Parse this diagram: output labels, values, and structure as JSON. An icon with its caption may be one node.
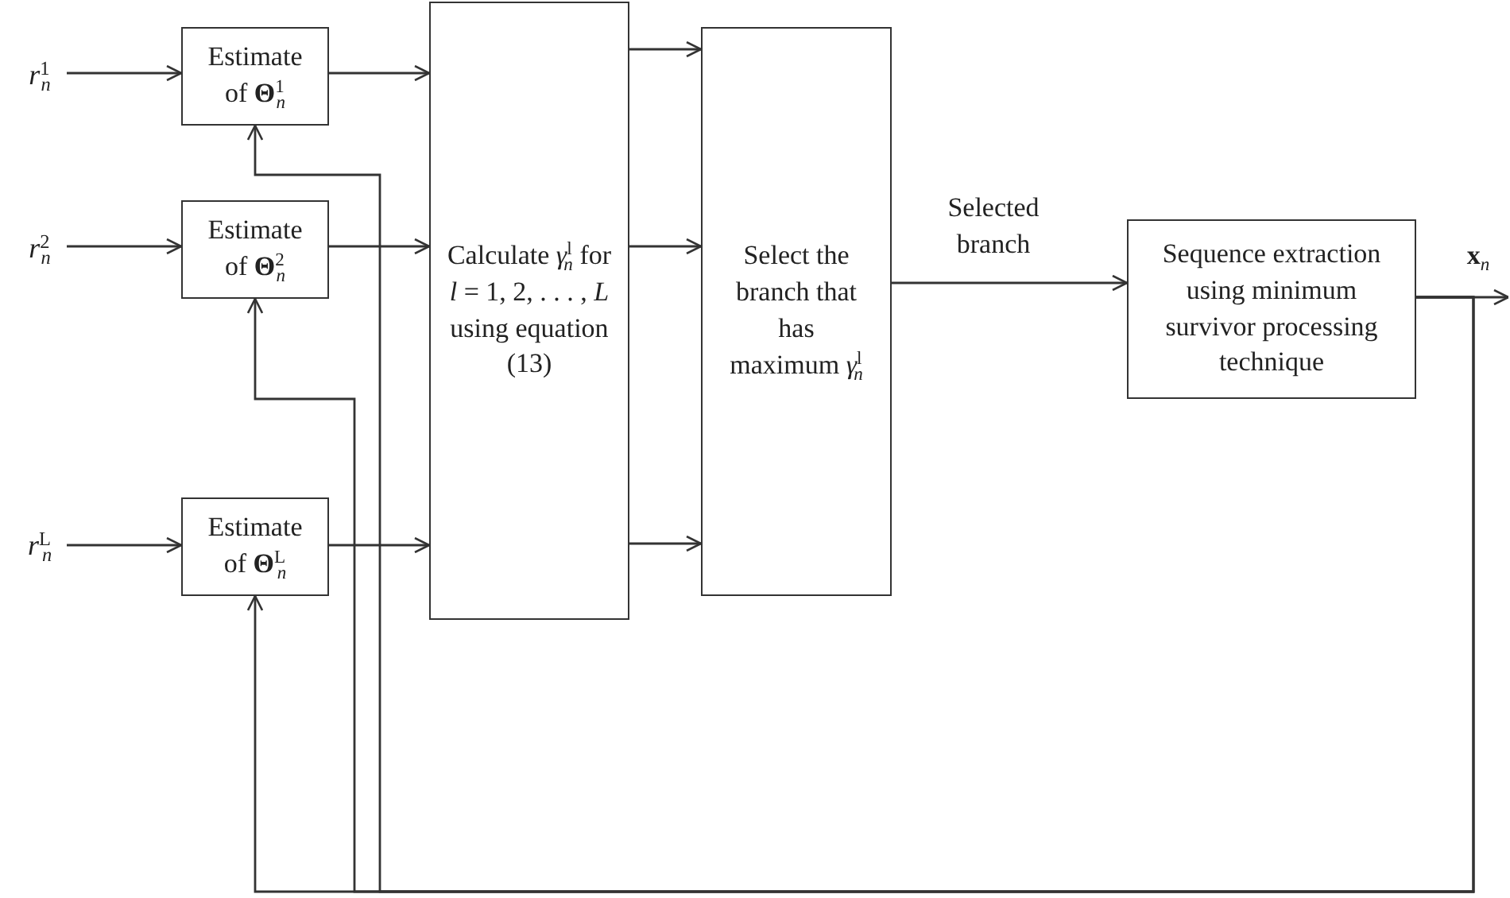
{
  "diagram": {
    "nodes": [
      {
        "text": [
          "*r*$^{1}$$_{n}$"
        ]
      },
      {
        "text": [
          "Estimate of **Θ**$^{1}$$_{n}$"
        ]
      },
      {
        "text": [
          "*r*$^{2}$$_{n}$"
        ]
      },
      {
        "text": [
          "Estimate of **Θ**$^{2}$$_{n}$"
        ]
      },
      {
        "text": [
          "*r*$^{L}$$_{n}$"
        ]
      },
      {
        "text": [
          "Estimate of **Θ**$^{L}$$_{n}$"
        ]
      },
      {
        "text": [
          "Calculate *γ*$^{l}$$_{n}$ for *l* = 1, 2, . . . , *L* using equation (13)"
        ]
      },
      {
        "text": [
          "Select the branch that has maximum *γ*$^{l}$$_{n}$"
        ]
      },
      {
        "text": [
          "Sequence extraction using minimum survivor processing technique"
        ]
      }
    ],
    "edges": [
      {
        "from": 0,
        "to": 1,
        "arrow": "to"
      },
      {
        "from": 1,
        "to": 6,
        "arrow": "to"
      },
      {
        "from": 2,
        "to": 3,
        "arrow": "to"
      },
      {
        "from": 3,
        "to": 6,
        "arrow": "to"
      },
      {
        "from": 4,
        "to": 5,
        "arrow": "to"
      },
      {
        "from": 5,
        "to": 6,
        "arrow": "to"
      },
      {
        "from": 6,
        "to": 7,
        "arrow": "to"
      },
      {
        "from": 6,
        "to": 7,
        "arrow": "to"
      },
      {
        "from": 6,
        "to": 7,
        "arrow": "to"
      },
      {
        "from": 7,
        "to": 8,
        "arrow": "to",
        "label": "Selected branch"
      },
      {
        "from": 8,
        "to": null,
        "arrow": "to",
        "label": "**x**$_{n}$"
      },
      {
        "from": 8,
        "to": 1,
        "arrow": "to"
      },
      {
        "from": 8,
        "to": 3,
        "arrow": "to"
      },
      {
        "from": 8,
        "to": 5,
        "arrow": "to"
      }
    ]
  }
}
